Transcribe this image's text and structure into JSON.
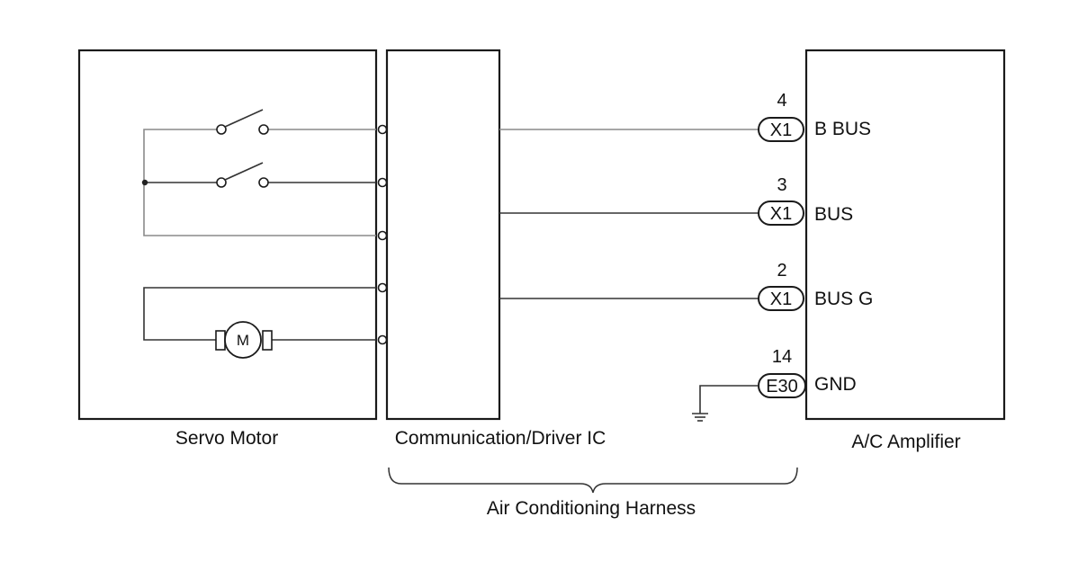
{
  "components": {
    "servo_motor": "Servo Motor",
    "driver_ic": "Communication/Driver IC",
    "amplifier": "A/C Amplifier",
    "harness": "Air Conditioning Harness",
    "motor_symbol": "M"
  },
  "connections": [
    {
      "pin": "4",
      "connector": "X1",
      "signal": "B BUS"
    },
    {
      "pin": "3",
      "connector": "X1",
      "signal": "BUS"
    },
    {
      "pin": "2",
      "connector": "X1",
      "signal": "BUS G"
    },
    {
      "pin": "14",
      "connector": "E30",
      "signal": "GND"
    }
  ],
  "icons": {
    "switch": "switch-icon",
    "motor": "motor-icon",
    "ground": "ground-icon"
  }
}
